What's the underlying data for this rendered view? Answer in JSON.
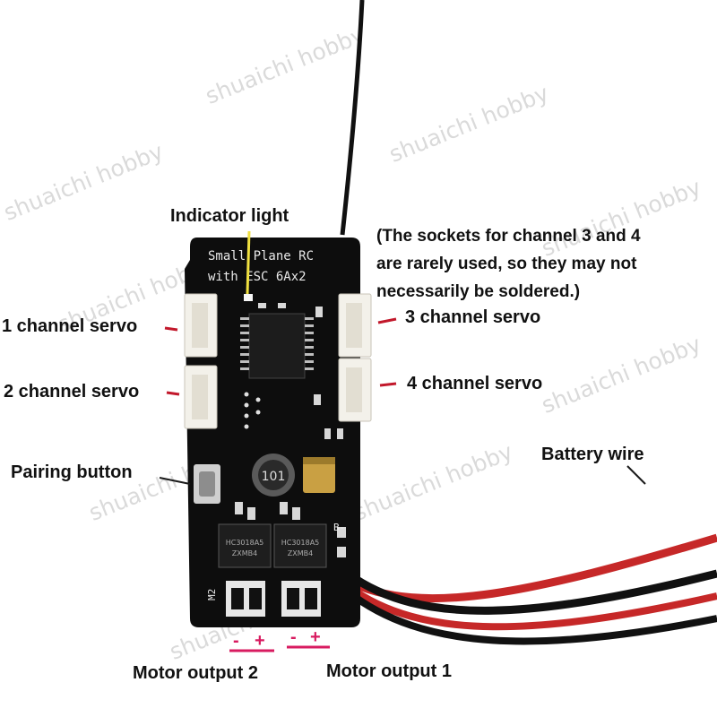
{
  "watermark": "shuaichi hobby",
  "board": {
    "silkscreen_line1": "Small Plane RC",
    "silkscreen_line2": "with ESC 6Ax2",
    "pad_b_minus": "B-",
    "pad_m2": "M2",
    "chip_marking": "HC3018A5",
    "chip_marking2": "ZXMB4",
    "inductor_marking": "101"
  },
  "labels": {
    "indicator_light": "Indicator light",
    "note_line1": "(The sockets for channel 3 and 4",
    "note_line2": "are rarely used, so they may not",
    "note_line3": "necessarily be soldered.)",
    "ch1": "1 channel servo",
    "ch2": "2 channel servo",
    "ch3": "3 channel servo",
    "ch4": "4 channel servo",
    "pairing_button": "Pairing button",
    "battery_wire": "Battery wire",
    "motor2": "Motor output 2",
    "motor1": "Motor output 1",
    "minus": "-",
    "plus": "+"
  },
  "colors": {
    "pcb": "#0d0d0d",
    "silkscreen": "#e8e8e8",
    "connector": "#f3f1ea",
    "indicator_arrow": "#f0e040",
    "pointer": "#c2182b",
    "polarity": "#d81b60",
    "battery_red": "#c62828",
    "battery_black": "#111111"
  }
}
